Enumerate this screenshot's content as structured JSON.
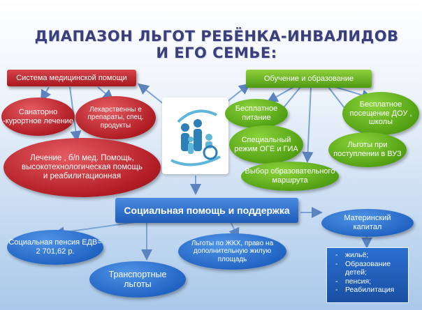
{
  "title": "ДИАПАЗОН ЛЬГОТ РЕБЁНКА-ИНВАЛИДОВ И ЕГО СЕМЬЕ:",
  "colors": {
    "medical": "#b01d24",
    "education": "#4f9e12",
    "social": "#1f62c2",
    "arrow": "#7aa3d6"
  },
  "medical": {
    "header": "Система медицинской помощи",
    "items": [
      "Санаторно -курортное лечение",
      "Лекарственны е препараты, спец. продукты",
      "Лечение , б/п мед. Помощь, высокотехнологическая помощь и реабилитационная"
    ]
  },
  "education": {
    "header": "Обучение и образование",
    "items": [
      "Бесплатное питание",
      "Бесплатное посещение ДОУ , школы",
      "Специальный режим ОГЕ и ГИА",
      "Льготы при поступлении в ВУЗ",
      "Выбор образовательного маршрута"
    ]
  },
  "social": {
    "header": "Социальная помощь и поддержка",
    "items": [
      "Социальная пенсия ЕДВ= 2 701,62 р.",
      "Льготы по ЖКХ, право на дополнительную жилую площадь",
      "Транспортные льготы"
    ]
  },
  "maternity": {
    "header": "Материнский капитал",
    "list": [
      "жильё;",
      "Образование детей;",
      "пенсия;",
      "Реабилитация"
    ]
  },
  "center_icon": "family-logo-icon"
}
